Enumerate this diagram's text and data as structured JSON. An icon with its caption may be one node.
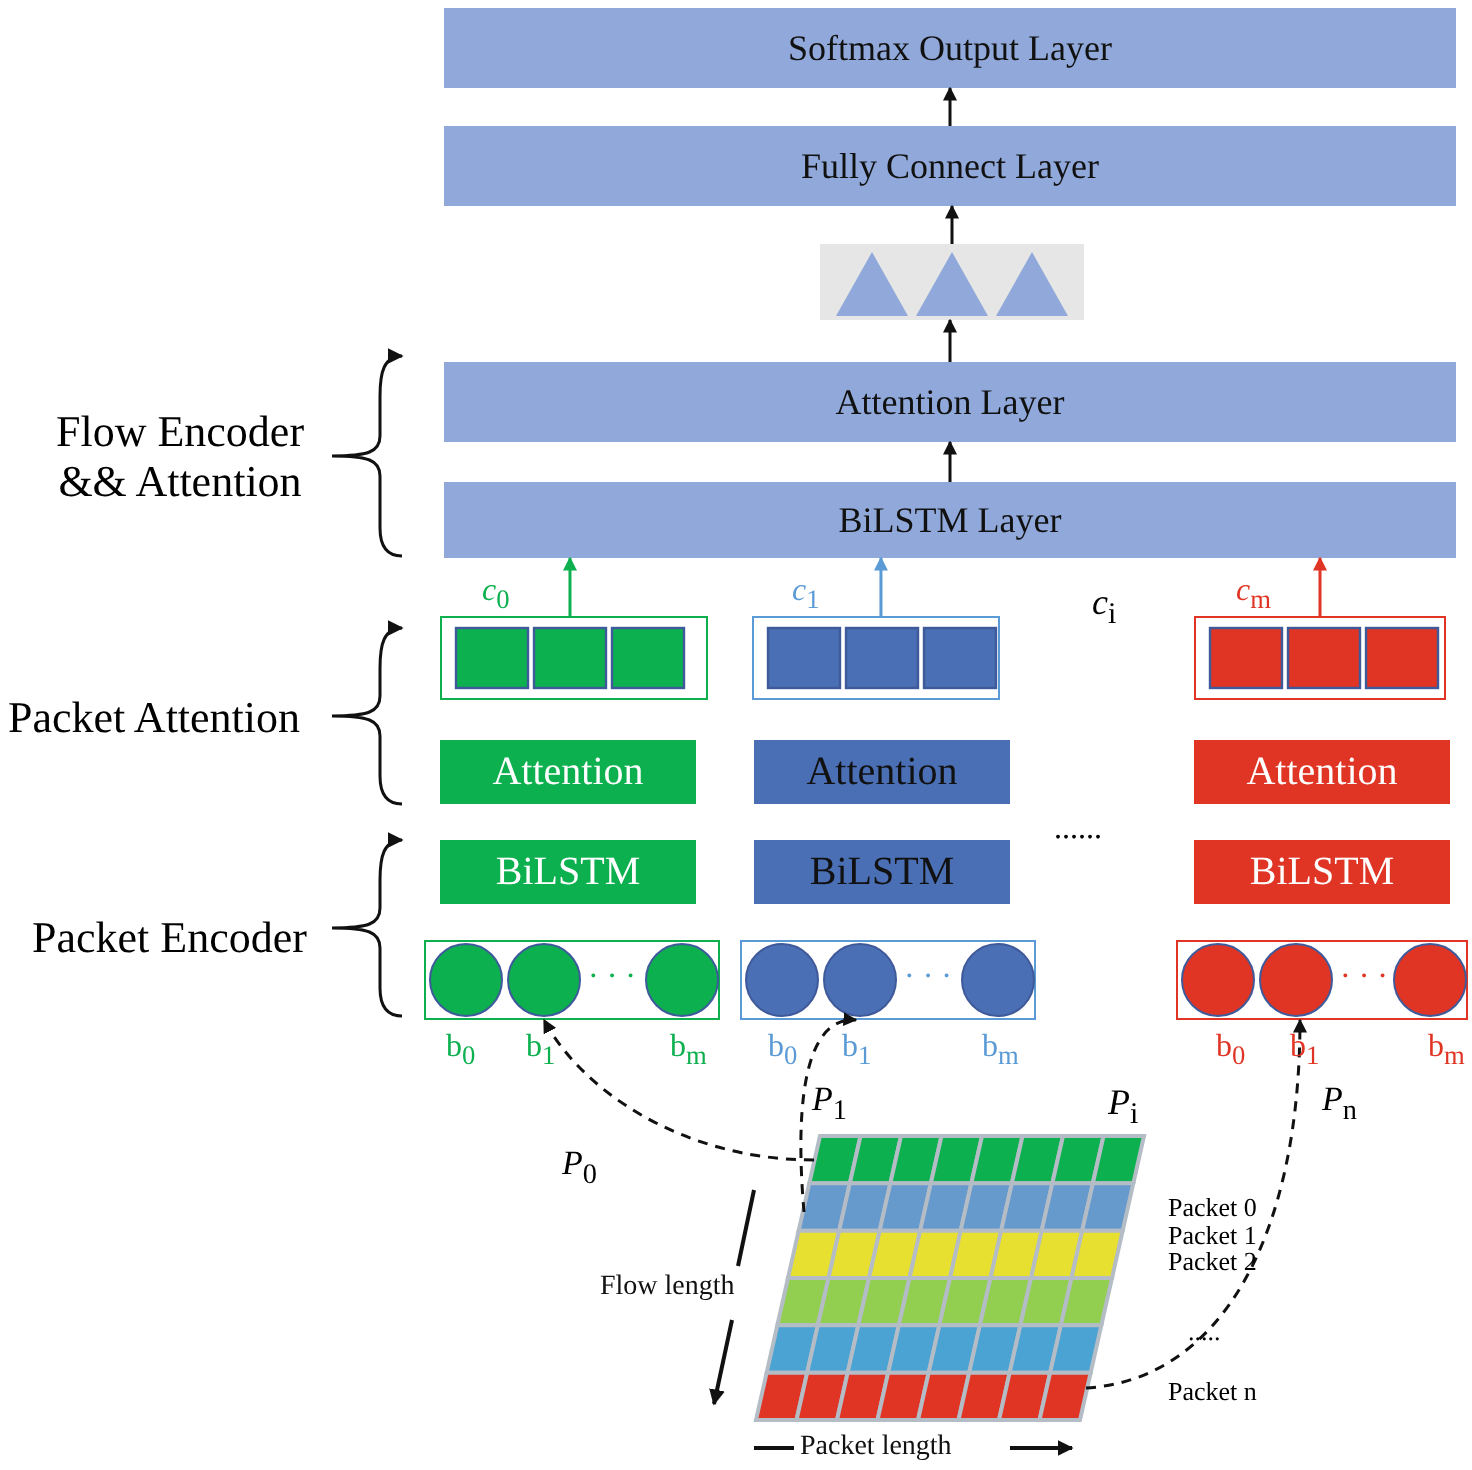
{
  "diagram": {
    "nodes": [
      {
        "text": [
          "Softmax Output Layer"
        ]
      },
      {
        "text": [
          "Fully Connect Layer"
        ]
      },
      {
        "text": [],
        "shape": "box"
      },
      {
        "text": [
          "Attention Layer"
        ]
      },
      {
        "text": [
          "BiLSTM Layer"
        ]
      },
      {
        "text": [],
        "shape": "box",
        "beside": [
          "*c*$_{0}$"
        ]
      },
      {
        "text": [],
        "shape": "box",
        "beside": [
          "*c*$_{1}$"
        ]
      },
      {
        "text": [],
        "shape": "box",
        "beside": [
          "*c*$_{m}$"
        ]
      },
      {
        "text": [
          "Attention"
        ]
      },
      {
        "text": [
          "Attention"
        ]
      },
      {
        "text": [
          "Attention"
        ]
      },
      {
        "text": [
          "BiLSTM"
        ]
      },
      {
        "text": [
          "BiLSTM"
        ]
      },
      {
        "text": [
          "BiLSTM"
        ]
      },
      {
        "text": [
          "· · ·"
        ],
        "beside": [
          "b$_{0}$",
          "b$_{1}$",
          "b$_{m}$"
        ]
      },
      {
        "text": [
          "· · ·"
        ],
        "beside": [
          "b$_{0}$",
          "b$_{1}$",
          "b$_{m}$"
        ]
      },
      {
        "text": [
          "· · ·"
        ],
        "beside": [
          "b$_{0}$",
          "b$_{1}$",
          "b$_{m}$"
        ]
      },
      {
        "text": [],
        "shape": "picture",
        "beside": [
          "Flow length",
          "Packet length"
        ]
      }
    ],
    "edges": [
      {
        "from": 1,
        "to": 0,
        "arrow": "to"
      },
      {
        "from": 2,
        "to": 1,
        "arrow": "to"
      },
      {
        "from": 3,
        "to": 2,
        "arrow": "to"
      },
      {
        "from": 4,
        "to": 3,
        "arrow": "to"
      },
      {
        "from": 5,
        "to": 4,
        "arrow": "to",
        "color": "#0cb04e"
      },
      {
        "from": 6,
        "to": 4,
        "arrow": "to",
        "color": "#5b9bd5"
      },
      {
        "from": 7,
        "to": 4,
        "arrow": "to",
        "color": "#e03525"
      },
      {
        "from": 17,
        "to": 14,
        "arrow": "to",
        "style": "dashed",
        "label": "*P*$_{0}$"
      },
      {
        "from": 17,
        "to": 15,
        "arrow": "to",
        "style": "dashed",
        "label": "*P*$_{1}$"
      },
      {
        "from": 17,
        "to": 16,
        "arrow": "to",
        "style": "dashed",
        "label": "*P*$_{n}$"
      }
    ],
    "labels": [
      "Flow Encoder && Attention",
      "Packet Attention",
      "Packet Encoder",
      "*c*$_{i}$",
      "......",
      "*P*$_{i}$",
      "Packet 0",
      "Packet 1",
      "Packet 2",
      ".....",
      "Packet n"
    ]
  }
}
